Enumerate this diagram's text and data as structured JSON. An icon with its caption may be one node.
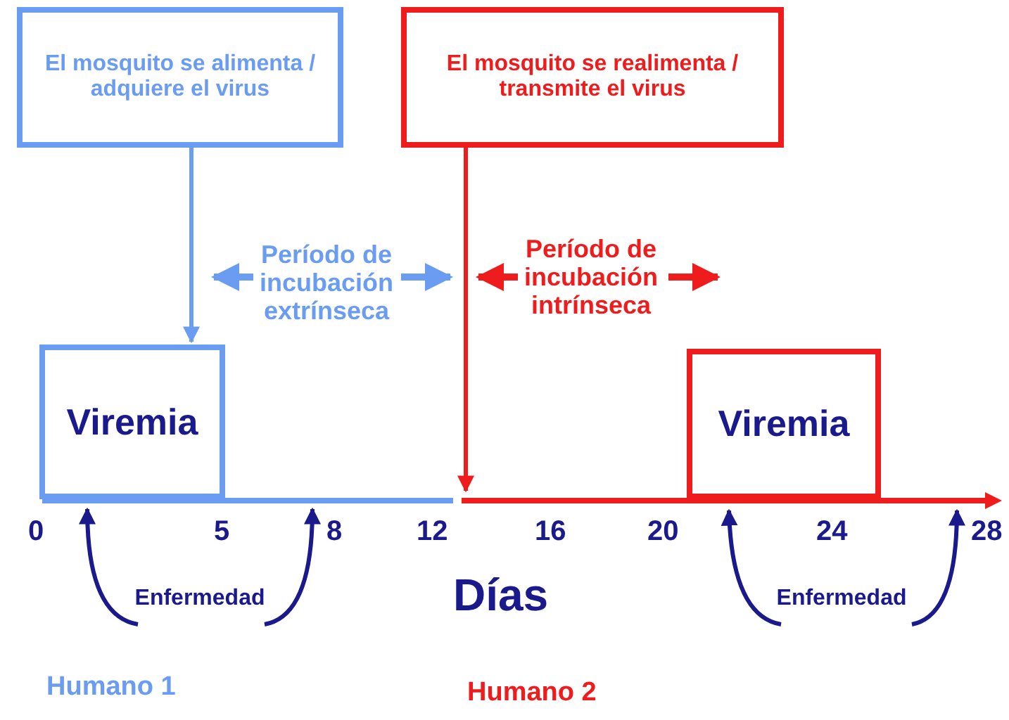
{
  "diagram": {
    "nodes": [
      {
        "text": [
          "El mosquito se alimenta / adquiere el virus"
        ]
      },
      {
        "text": [
          "El mosquito se realimenta / transmite el virus"
        ]
      },
      {
        "text": [
          "Viremia"
        ]
      },
      {
        "text": [
          "Viremia"
        ]
      },
      {
        "text": [],
        "shape": "bar"
      },
      {
        "text": [],
        "shape": "bar"
      },
      {
        "text": [
          "Enfermedad"
        ]
      },
      {
        "text": [
          "Enfermedad"
        ]
      }
    ],
    "edges": [
      {
        "from": 0,
        "to": 2,
        "arrow": "to",
        "color": "#6a9cf2"
      },
      {
        "from": 1,
        "to": 5,
        "arrow": "to",
        "color": "#ee1c1c"
      },
      {
        "from": 6,
        "to": 4,
        "arrow": "to"
      },
      {
        "from": 6,
        "to": 4,
        "arrow": "to"
      },
      {
        "from": 7,
        "to": 5,
        "arrow": "to"
      },
      {
        "from": 7,
        "to": 5,
        "arrow": "to"
      }
    ],
    "labels": [
      "Período de incubación extrínseca",
      "Período de incubación intrínseca",
      "0",
      "5",
      "8",
      "12",
      "16",
      "20",
      "24",
      "28",
      "Días",
      "Humano 1",
      "Humano 2"
    ]
  }
}
